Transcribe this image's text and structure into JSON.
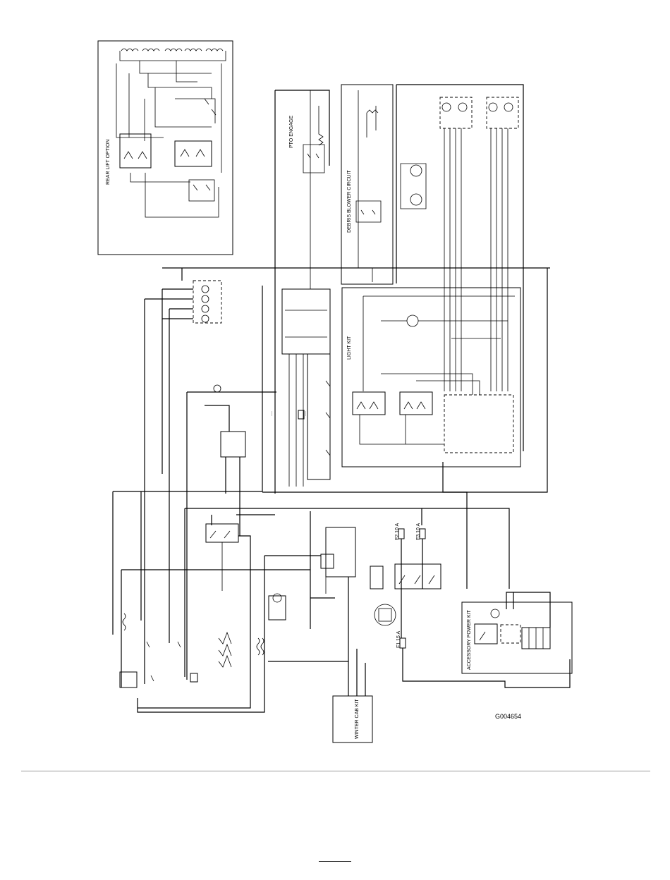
{
  "labels": {
    "rear_lift": "REAR LIFT OPTION",
    "pto": "PTO ENGAGE",
    "debris": "DEBRIS BLOWER CIRCUIT",
    "light_kit": "LIGHT KIT",
    "accessory": "ACCESSORY POWER KIT",
    "winter_cab": "WINTER CAB KIT",
    "f1": "F1 15 A",
    "f2": "F2 10 A",
    "f3": "F3 10 A",
    "drawing_id": "G004654"
  },
  "colors": {
    "line": "#000000",
    "rule": "#999999"
  }
}
